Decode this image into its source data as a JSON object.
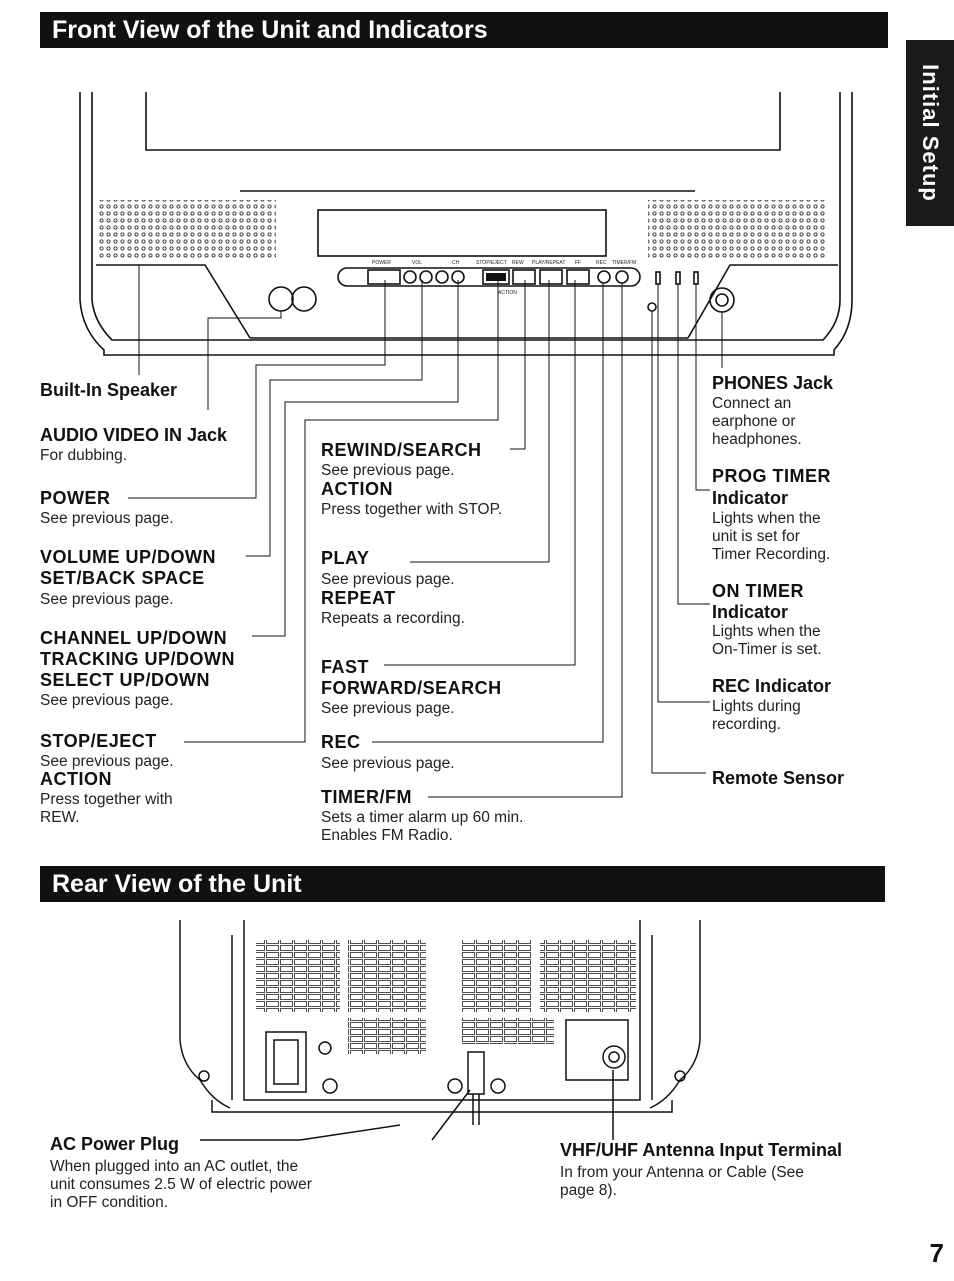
{
  "side_tab": "Initial Setup",
  "front": {
    "title": "Front View of the Unit and Indicators",
    "panel_labels": [
      "POWER",
      "VOL",
      "CH",
      "STOP/EJECT",
      "REW",
      "PLAY/REPEAT",
      "FF",
      "REC",
      "TIMER/FM"
    ],
    "action_label": "ACTION",
    "left": [
      {
        "label": "Built-In Speaker",
        "desc": []
      },
      {
        "label": "AUDIO VIDEO IN Jack",
        "desc": [
          "For dubbing."
        ]
      },
      {
        "label": "POWER",
        "desc": [
          "See previous page."
        ]
      },
      {
        "label": [
          "VOLUME UP/DOWN",
          "SET/BACK SPACE"
        ],
        "desc": [
          "See previous page."
        ]
      },
      {
        "label": [
          "CHANNEL UP/DOWN",
          "TRACKING UP/DOWN",
          "SELECT UP/DOWN"
        ],
        "desc": [
          "See previous page."
        ]
      },
      {
        "label": "STOP/EJECT",
        "desc": [
          "See previous page."
        ]
      },
      {
        "label": "ACTION",
        "desc": [
          "Press together with",
          "REW."
        ]
      }
    ],
    "middle": [
      {
        "label": "REWIND/SEARCH",
        "desc": [
          "See previous page."
        ]
      },
      {
        "label": "ACTION",
        "desc": [
          "Press together with STOP."
        ]
      },
      {
        "label": "PLAY",
        "desc": [
          "See previous page."
        ]
      },
      {
        "label": "REPEAT",
        "desc": [
          "Repeats a recording."
        ]
      },
      {
        "label": [
          "FAST",
          "FORWARD/SEARCH"
        ],
        "desc": [
          "See previous page."
        ]
      },
      {
        "label": "REC",
        "desc": [
          "See previous page."
        ]
      },
      {
        "label": "TIMER/FM",
        "desc": [
          "Sets a timer alarm up 60 min.",
          "Enables FM Radio."
        ]
      }
    ],
    "right": [
      {
        "label": "PHONES Jack",
        "desc": [
          "Connect an",
          "earphone or",
          "headphones."
        ]
      },
      {
        "label": [
          "PROG  TIMER",
          "Indicator"
        ],
        "desc": [
          "Lights when the",
          "unit is set for",
          "Timer Recording."
        ]
      },
      {
        "label": [
          "ON TIMER",
          "Indicator"
        ],
        "desc": [
          "Lights when the",
          "On-Timer is set."
        ]
      },
      {
        "label": "REC Indicator",
        "desc": [
          "Lights during",
          "recording."
        ]
      },
      {
        "label": "Remote Sensor",
        "desc": []
      }
    ]
  },
  "rear": {
    "title": "Rear View of the Unit",
    "ac_plug": {
      "label": "AC Power Plug",
      "desc": [
        "When plugged into  an AC outlet, the",
        "unit consumes 2.5 W of electric power",
        "in OFF condition."
      ]
    },
    "antenna": {
      "label": "VHF/UHF Antenna Input Terminal",
      "desc": [
        "In from your Antenna or Cable (See",
        "page 8)."
      ]
    }
  },
  "page_number": "7"
}
